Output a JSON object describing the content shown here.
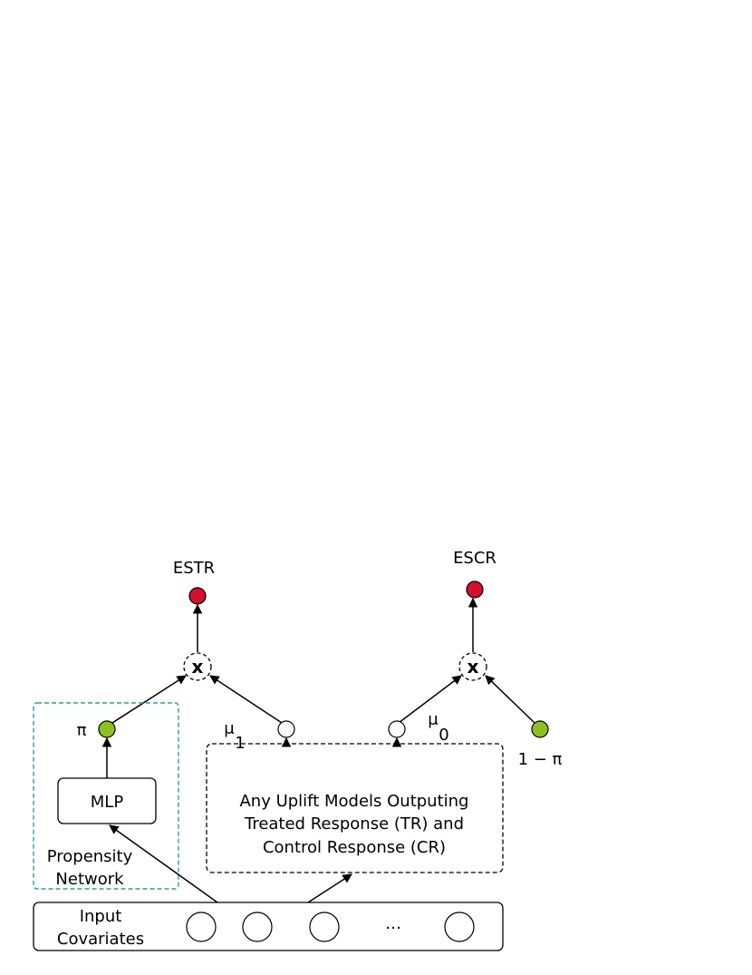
{
  "nodes": {
    "estr": "ESTR",
    "escr": "ESCR",
    "multiply_symbol": "x",
    "pi_left": "π",
    "mu1_base": "μ",
    "mu1_sub": "1",
    "mu0_base": "μ",
    "mu0_sub": "0",
    "one_minus_pi": "1 − π"
  },
  "propensity": {
    "mlp_label": "MLP",
    "network_line1": "Propensity",
    "network_line2": "Network"
  },
  "uplift_box": {
    "line1": "Any Uplift Models Outputing",
    "line2": "Treated Response (TR) and",
    "line3": "Control Response (CR)"
  },
  "input": {
    "line1": "Input",
    "line2": "Covariates",
    "ellipsis": "…"
  },
  "colors": {
    "green_node": "#8cc21f",
    "red_node": "#d3102e",
    "teal_dashed": "#2a9da8",
    "stroke": "#000000"
  }
}
